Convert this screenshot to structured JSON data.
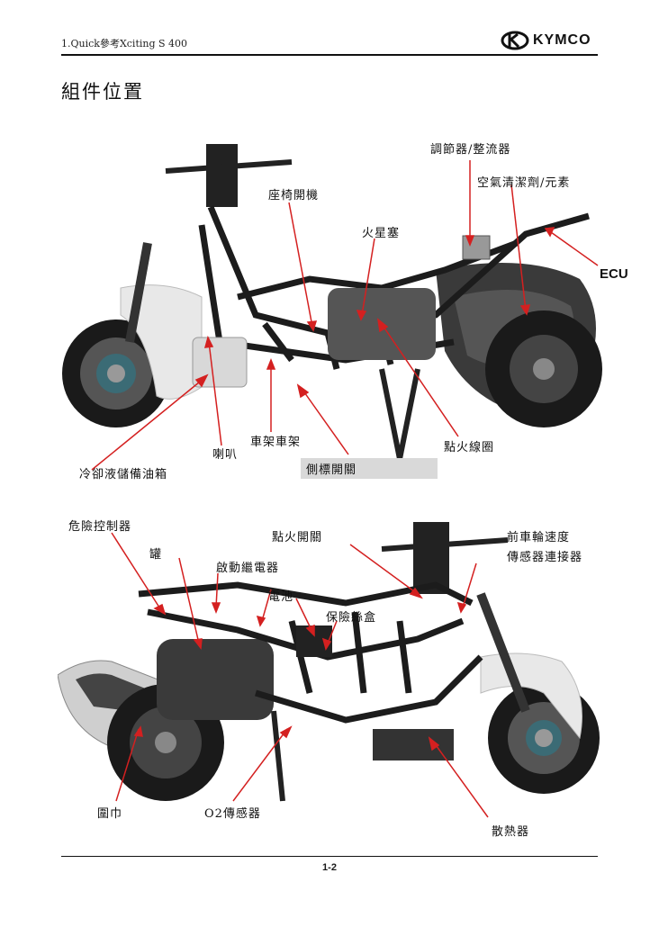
{
  "header": {
    "title": "1.Quick參考Xciting S 400",
    "brand": "KYMCO"
  },
  "page_title": "組件位置",
  "figure1": {
    "labels": {
      "regulator": "調節器/整流器",
      "air_cleaner": "空氣清潔劑/元素",
      "seat_opener": "座椅開機",
      "spark_plug": "火星塞",
      "ecu": "ECU",
      "frame": "車架車架",
      "ignition_coil": "點火線圈",
      "horn": "喇叭",
      "side_stand_switch": "側標開關",
      "coolant_reservoir": "冷卻液儲備油箱"
    }
  },
  "figure2": {
    "labels": {
      "hazard_controller": "危險控制器",
      "canister": "罐",
      "ignition_switch": "點火開關",
      "front_wheel_speed_sensor_connector_1": "前車輪速度",
      "front_wheel_speed_sensor_connector_2": "傳感器連接器",
      "starter_relay": "啟動繼電器",
      "battery": "電池",
      "fuse_box": "保險絲盒",
      "muffler": "圍巾",
      "o2_sensor": "O2傳感器",
      "radiator": "散熱器"
    }
  },
  "footer": {
    "page_number": "1-2"
  },
  "colors": {
    "arrow": "#d42020",
    "frame": "#1c1c1c",
    "body_panel": "#e8e8e8"
  }
}
